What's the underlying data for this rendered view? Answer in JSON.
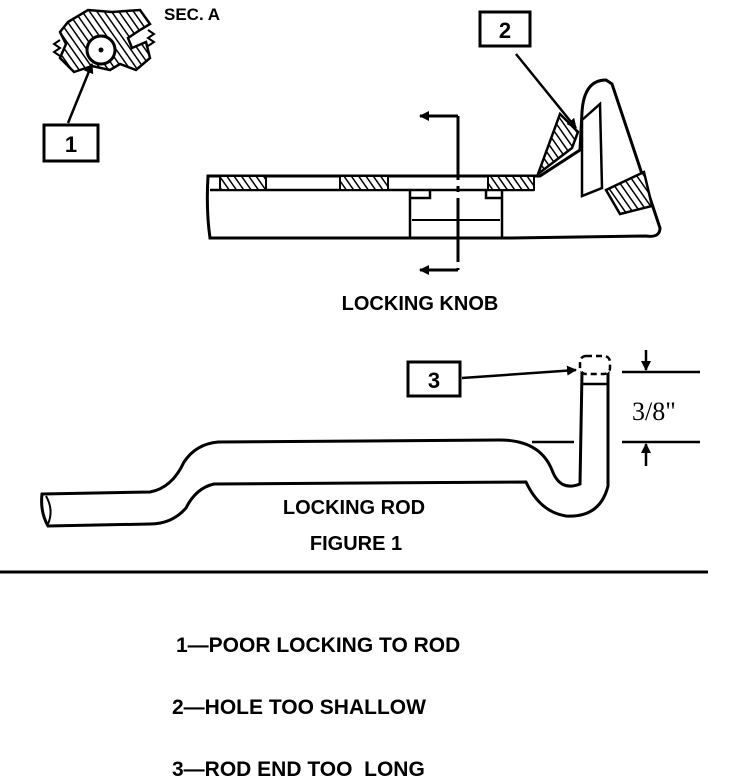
{
  "labels": {
    "section": "SEC. A",
    "knob": "LOCKING KNOB",
    "rod": "LOCKING ROD",
    "figure": "FIGURE 1",
    "dimension": "3/8\""
  },
  "callouts": [
    "1",
    "2",
    "3"
  ],
  "legend": [
    "1—POOR LOCKING TO ROD",
    "2—HOLE TOO SHALLOW",
    "3—ROD END TOO  LONG"
  ]
}
